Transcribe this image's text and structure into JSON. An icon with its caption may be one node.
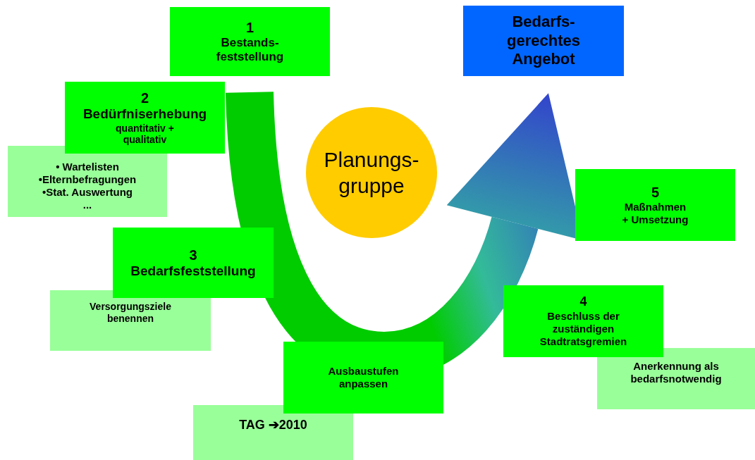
{
  "diagram": {
    "nodes": [
      {
        "text": [
          "1",
          "Bestands- feststellung"
        ]
      },
      {
        "text": [
          "Bedarfs- gerechtes Angebot"
        ]
      },
      {
        "text": [
          "2",
          "Bedürfniserhebung",
          "quantitativ + qualitativ"
        ]
      },
      {
        "text": [
          "• Wartelisten",
          "•Elternbefragungen",
          "•Stat. Auswertung",
          "..."
        ]
      },
      {
        "text": [
          "Planungs- gruppe"
        ]
      },
      {
        "text": [
          "5",
          "Maßnahmen + Umsetzung"
        ]
      },
      {
        "text": [
          "3",
          "Bedarfsfeststellung"
        ]
      },
      {
        "text": [
          "Versorgungsziele benennen"
        ]
      },
      {
        "text": [
          "4",
          "Beschluss der zuständigen Stadtratsgremien"
        ]
      },
      {
        "text": [
          "Anerkennung als bedarfsnotwendig"
        ]
      },
      {
        "text": [
          "Ausbaustufen anpassen"
        ]
      },
      {
        "text": [
          "TAG ➔2010"
        ]
      }
    ],
    "edges": [
      {
        "from": null,
        "to": 1,
        "arrow": "to",
        "style": "thick"
      }
    ]
  }
}
